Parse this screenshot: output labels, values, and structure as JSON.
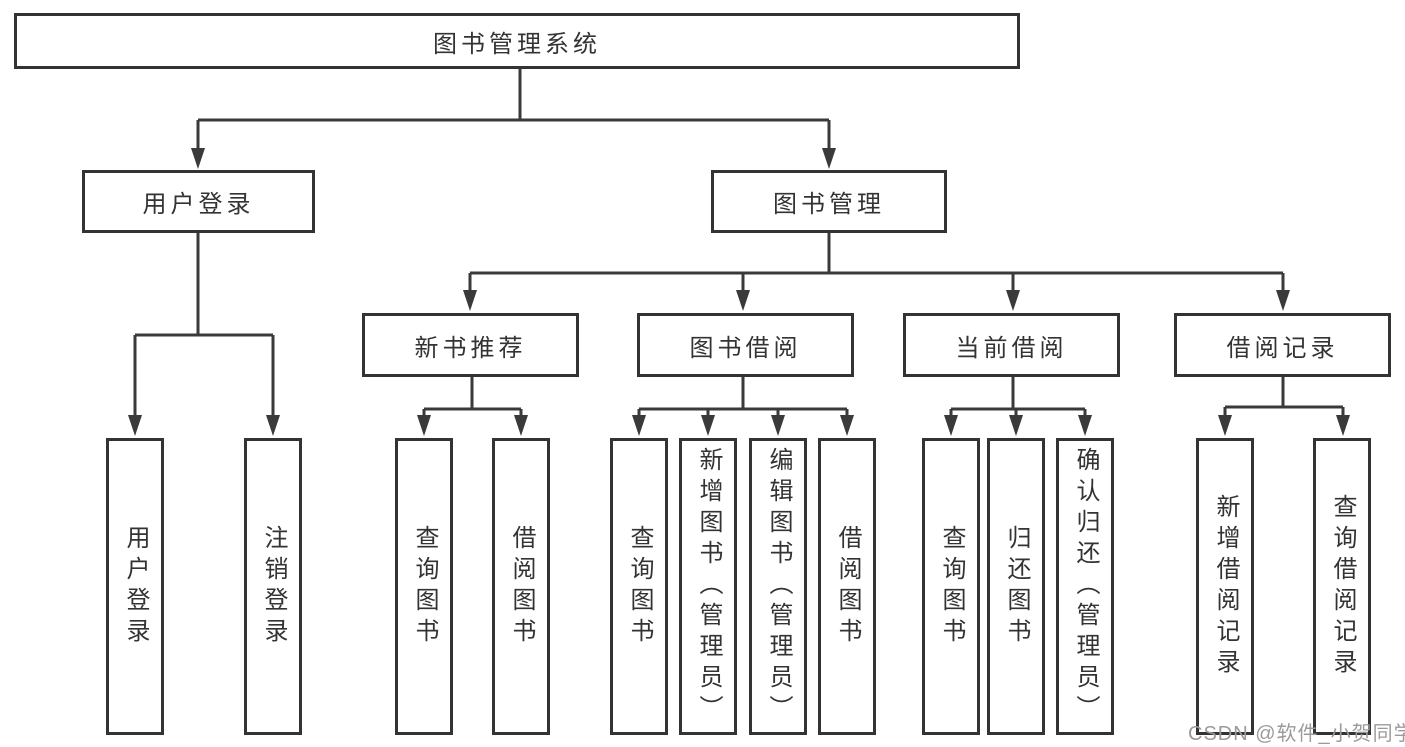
{
  "diagram": {
    "type": "hierarchy-tree",
    "colors": {
      "line": "#3a3a3a",
      "border": "#333333",
      "text": "#333333",
      "background": "#ffffff",
      "watermark": "#9b9b9b"
    },
    "tree": {
      "label": "图书管理系统",
      "children": [
        {
          "label": "用户登录",
          "children": [
            {
              "label": "用户登录"
            },
            {
              "label": "注销登录"
            }
          ]
        },
        {
          "label": "图书管理",
          "children": [
            {
              "label": "新书推荐",
              "children": [
                {
                  "label": "查询图书"
                },
                {
                  "label": "借阅图书"
                }
              ]
            },
            {
              "label": "图书借阅",
              "children": [
                {
                  "label": "查询图书"
                },
                {
                  "label": "新增图书（管理员）"
                },
                {
                  "label": "编辑图书（管理员）"
                },
                {
                  "label": "借阅图书"
                }
              ]
            },
            {
              "label": "当前借阅",
              "children": [
                {
                  "label": "查询图书"
                },
                {
                  "label": "归还图书"
                },
                {
                  "label": "确认归还（管理员）"
                }
              ]
            },
            {
              "label": "借阅记录",
              "children": [
                {
                  "label": "新增借阅记录"
                },
                {
                  "label": "查询借阅记录"
                }
              ]
            }
          ]
        }
      ]
    },
    "watermark": {
      "text": "CSDN @软件_小贺同学"
    }
  }
}
